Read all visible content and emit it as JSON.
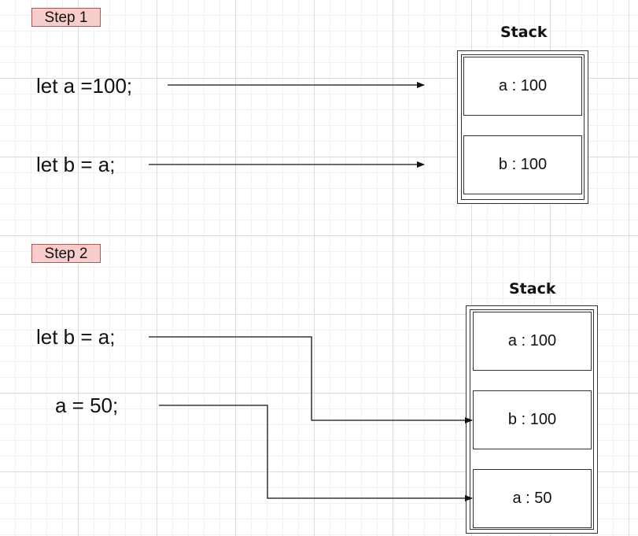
{
  "step1": {
    "label": "Step 1",
    "code": [
      "let a =100;",
      "let b = a;"
    ],
    "stack": {
      "title": "Stack",
      "cells": [
        "a : 100",
        "b : 100"
      ]
    }
  },
  "step2": {
    "label": "Step 2",
    "code": [
      "let b = a;",
      "a = 50;"
    ],
    "stack": {
      "title": "Stack",
      "cells": [
        "a : 100",
        "b : 100",
        "a : 50"
      ]
    }
  }
}
